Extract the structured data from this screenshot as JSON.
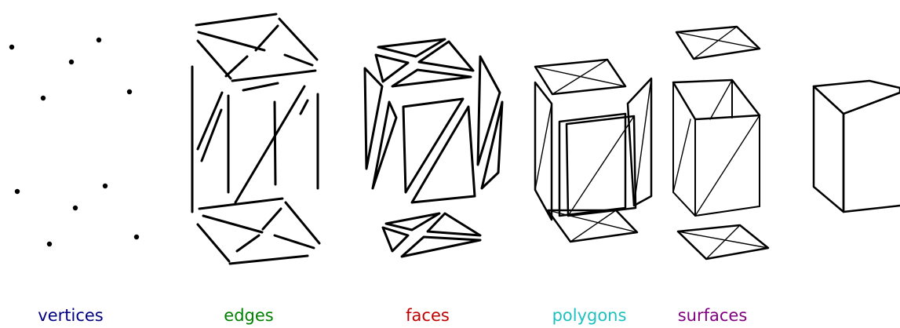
{
  "labels": {
    "vertices": "vertices",
    "edges": "edges",
    "faces": "faces",
    "polygons": "polygons",
    "surfaces": "surfaces"
  },
  "colors": {
    "vertices": "#000080",
    "edges": "#008000",
    "faces": "#c00000",
    "polygons": "#20c0c0",
    "surfaces": "#800080",
    "line": "#000000",
    "background": "#ffffff"
  }
}
